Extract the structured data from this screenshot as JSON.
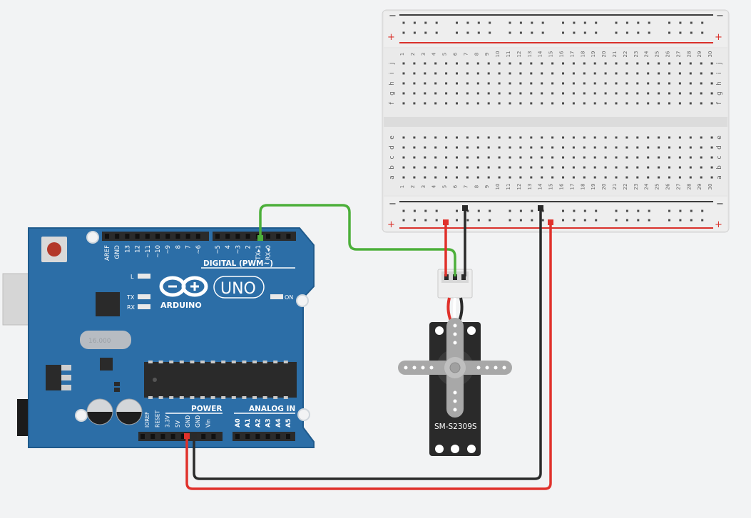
{
  "arduino": {
    "brand": "ARDUINO",
    "model": "UNO",
    "on_label": "ON",
    "tx_led": "TX",
    "rx_led": "RX",
    "l_led": "L",
    "digital_header_label": "DIGITAL (PWM~)",
    "digital_pins": [
      "AREF",
      "GND",
      "13",
      "12",
      "~11",
      "~10",
      "~9",
      "8",
      "7",
      "~6",
      "~5",
      "4",
      "~3",
      "2",
      "TX▸1",
      "RX◂0"
    ],
    "power_header_label": "POWER",
    "analog_header_label": "ANALOG IN",
    "power_pins": [
      "IOREF",
      "RESET",
      "3.3V",
      "5V",
      "GND",
      "GND",
      "Vin"
    ],
    "analog_pins": [
      "A0",
      "A1",
      "A2",
      "A3",
      "A4",
      "A5"
    ],
    "crystal_text": "16.000"
  },
  "breadboard": {
    "columns": [
      "1",
      "2",
      "3",
      "4",
      "5",
      "6",
      "7",
      "8",
      "9",
      "10",
      "11",
      "12",
      "13",
      "14",
      "15",
      "16",
      "17",
      "18",
      "19",
      "20",
      "21",
      "22",
      "23",
      "24",
      "25",
      "26",
      "27",
      "28",
      "29",
      "30"
    ],
    "top_rows": [
      "j",
      "i",
      "h",
      "g",
      "f"
    ],
    "bottom_rows": [
      "e",
      "d",
      "c",
      "b",
      "a"
    ],
    "rail_minus": "−",
    "rail_plus": "+"
  },
  "servo": {
    "model": "SM-S2309S"
  },
  "colors": {
    "board": "#2c6ea7",
    "board_edge": "#1f5a8c",
    "header": "#2b2b2b",
    "wire_red": "#e0312b",
    "wire_black": "#2a2a2a",
    "wire_green": "#4caf3a",
    "rail_red": "#d9302a",
    "canvas": "#f2f3f4"
  }
}
